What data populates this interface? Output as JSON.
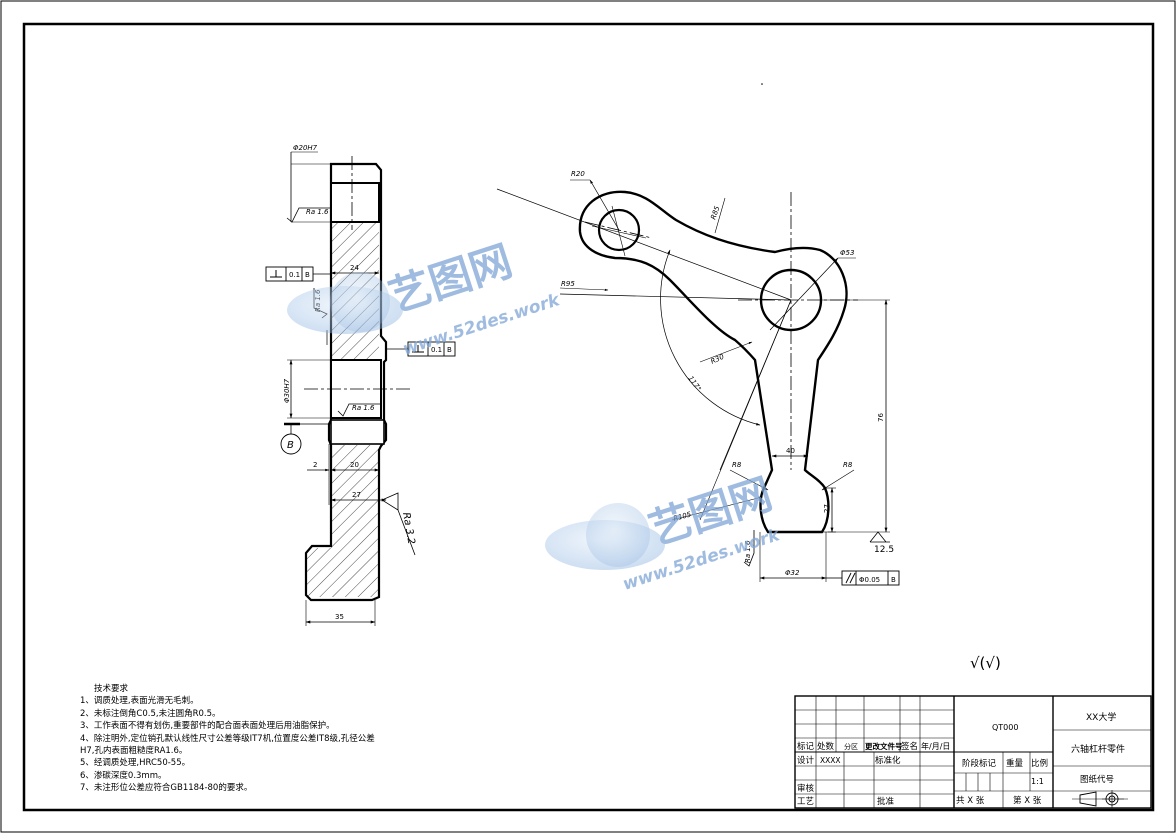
{
  "watermark": {
    "brand": "艺图网",
    "url": "www.52des.work"
  },
  "part_dimensions": {
    "bore_upper": "Φ20H7",
    "rough_upper": "Ra 1.6",
    "rough_mid": "Ra 1.6",
    "rough_bore_lower": "Ra 1.6",
    "bore_lower": "Φ30H7",
    "perp_tol": "0.1",
    "perp_tol_right": "0.1",
    "datum_ref": "B",
    "datum_ref_right": "B",
    "datum_label": "B",
    "width_24": "24",
    "step_2": "2",
    "width_20": "20",
    "width_27": "27",
    "rough_side": "Ra 3.2",
    "overall_width": "35"
  },
  "plan_dimensions": {
    "r20": "R20",
    "r95": "R95",
    "r85": "R85",
    "d53": "Φ53",
    "r30": "R30",
    "angle": "117°",
    "len_76": "76",
    "width_40": "40",
    "r8_left": "R8",
    "r8_right": "R8",
    "r105": "R105",
    "width_27": "27",
    "rough_bottom": "Ra 1.6",
    "d32": "Φ32",
    "par_tol": "Φ0.05",
    "par_ref": "B",
    "rough_right": "12.5"
  },
  "surface_note": "√(√)",
  "tech_requirements": {
    "title": "技术要求",
    "items": [
      "1、调质处理,表面光滑无毛刺。",
      "2、未标注倒角C0.5,未注圆角R0.5。",
      "3、工作表面不得有划伤,重要部件的配合面表面处理后用油脂保护。",
      "4、除注明外,定位销孔默认线性尺寸公差等级IT7机,位置度公差IT8级,孔径公差",
      "H7,孔内表面粗糙度RA1.6。",
      "5、经调质处理,HRC50-55。",
      "6、渗碳深度0.3mm。",
      "7、未注形位公差应符合GB1184-80的要求。"
    ]
  },
  "title_block": {
    "mark": "标记",
    "count": "处数",
    "zone": "分区",
    "change_doc": "更改文件号",
    "sign": "签名",
    "date": "年/月/日",
    "design": "设计",
    "designer": "XXXX",
    "standardize": "标准化",
    "review": "审核",
    "process": "工艺",
    "approve": "批准",
    "drawing_code": "QT000",
    "stage_mark": "阶段标记",
    "weight": "重量",
    "ratio": "比例",
    "scale_value": "1:1",
    "sheets_total": "共 X 张",
    "sheet_no": "第 X 张",
    "company": "XX大学",
    "part_name": "六轴杠杆零件",
    "drawing_no_label": "图纸代号"
  }
}
